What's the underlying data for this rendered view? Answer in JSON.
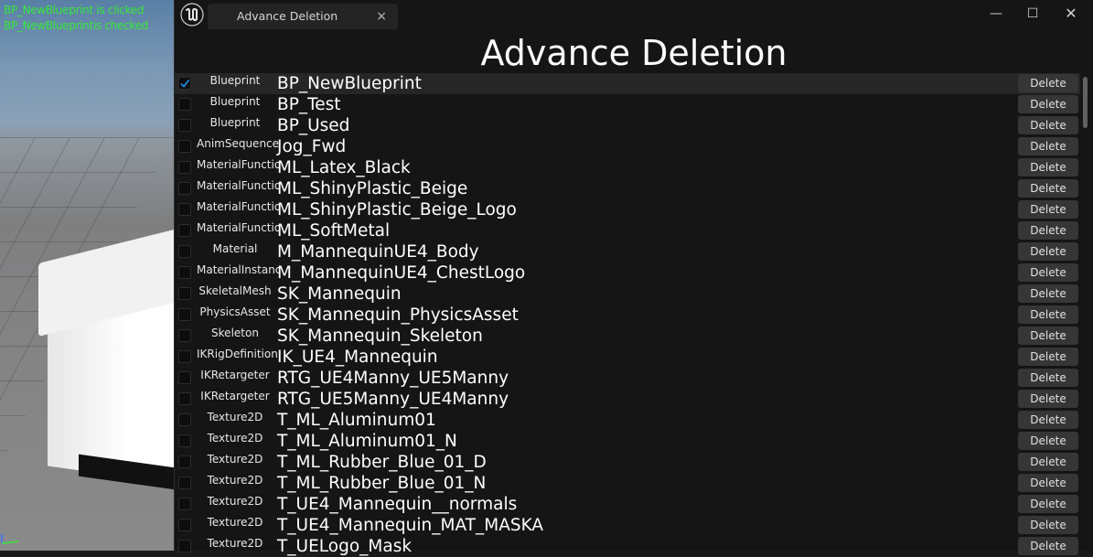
{
  "viewport": {
    "messages": [
      "BP_NewBlueprint is clicked",
      "BP_NewBlueprintis checked"
    ]
  },
  "window": {
    "tab_label": "Advance Deletion",
    "tab_close": "×",
    "minimize": "—",
    "maximize": "☐",
    "close": "✕",
    "heading": "Advance Deletion"
  },
  "colors": {
    "message_green": "#35e83a",
    "checkbox_blue": "#1a8fe3",
    "button_bg": "#363636"
  },
  "assets": [
    {
      "type": "Blueprint",
      "name": "BP_NewBlueprint",
      "checked": true,
      "delete_label": "Delete"
    },
    {
      "type": "Blueprint",
      "name": "BP_Test",
      "checked": false,
      "delete_label": "Delete"
    },
    {
      "type": "Blueprint",
      "name": "BP_Used",
      "checked": false,
      "delete_label": "Delete"
    },
    {
      "type": "AnimSequence",
      "name": "Jog_Fwd",
      "checked": false,
      "delete_label": "Delete"
    },
    {
      "type": "MaterialFunctio",
      "name": "ML_Latex_Black",
      "checked": false,
      "delete_label": "Delete"
    },
    {
      "type": "MaterialFunctio",
      "name": "ML_ShinyPlastic_Beige",
      "checked": false,
      "delete_label": "Delete"
    },
    {
      "type": "MaterialFunctio",
      "name": "ML_ShinyPlastic_Beige_Logo",
      "checked": false,
      "delete_label": "Delete"
    },
    {
      "type": "MaterialFunctio",
      "name": "ML_SoftMetal",
      "checked": false,
      "delete_label": "Delete"
    },
    {
      "type": "Material",
      "name": "M_MannequinUE4_Body",
      "checked": false,
      "delete_label": "Delete"
    },
    {
      "type": "MaterialInstanc",
      "name": "M_MannequinUE4_ChestLogo",
      "checked": false,
      "delete_label": "Delete"
    },
    {
      "type": "SkeletalMesh",
      "name": "SK_Mannequin",
      "checked": false,
      "delete_label": "Delete"
    },
    {
      "type": "PhysicsAsset",
      "name": "SK_Mannequin_PhysicsAsset",
      "checked": false,
      "delete_label": "Delete"
    },
    {
      "type": "Skeleton",
      "name": "SK_Mannequin_Skeleton",
      "checked": false,
      "delete_label": "Delete"
    },
    {
      "type": "IKRigDefinition",
      "name": "IK_UE4_Mannequin",
      "checked": false,
      "delete_label": "Delete"
    },
    {
      "type": "IKRetargeter",
      "name": "RTG_UE4Manny_UE5Manny",
      "checked": false,
      "delete_label": "Delete"
    },
    {
      "type": "IKRetargeter",
      "name": "RTG_UE5Manny_UE4Manny",
      "checked": false,
      "delete_label": "Delete"
    },
    {
      "type": "Texture2D",
      "name": "T_ML_Aluminum01",
      "checked": false,
      "delete_label": "Delete"
    },
    {
      "type": "Texture2D",
      "name": "T_ML_Aluminum01_N",
      "checked": false,
      "delete_label": "Delete"
    },
    {
      "type": "Texture2D",
      "name": "T_ML_Rubber_Blue_01_D",
      "checked": false,
      "delete_label": "Delete"
    },
    {
      "type": "Texture2D",
      "name": "T_ML_Rubber_Blue_01_N",
      "checked": false,
      "delete_label": "Delete"
    },
    {
      "type": "Texture2D",
      "name": "T_UE4_Mannequin__normals",
      "checked": false,
      "delete_label": "Delete"
    },
    {
      "type": "Texture2D",
      "name": "T_UE4_Mannequin_MAT_MASKA",
      "checked": false,
      "delete_label": "Delete"
    },
    {
      "type": "Texture2D",
      "name": "T_UELogo_Mask",
      "checked": false,
      "delete_label": "Delete"
    }
  ]
}
